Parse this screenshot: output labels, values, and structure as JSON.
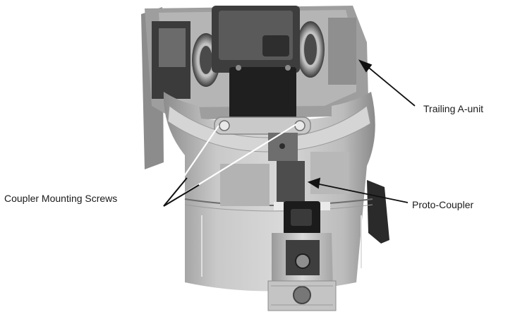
{
  "figure": {
    "callouts": {
      "trailing_unit": "Trailing A-unit",
      "mounting_screws": "Coupler Mounting Screws",
      "proto_coupler": "Proto-Coupler"
    }
  }
}
